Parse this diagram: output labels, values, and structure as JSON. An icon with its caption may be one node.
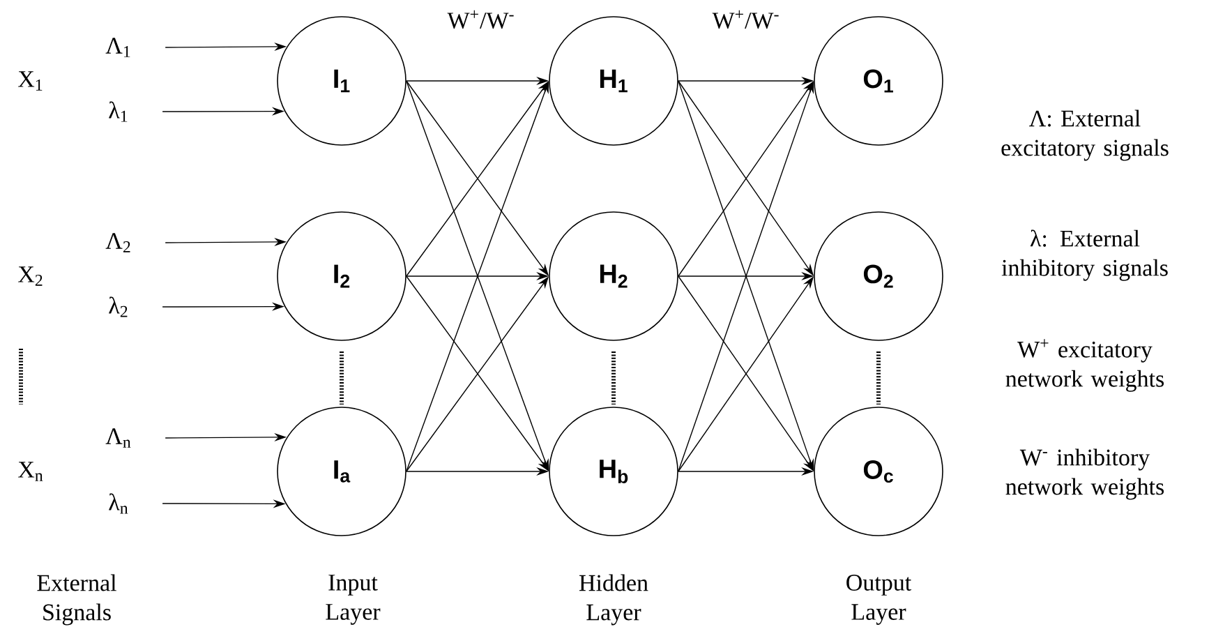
{
  "diagram": {
    "nodes": [
      {
        "text": [
          "I$_{1}$"
        ]
      },
      {
        "text": [
          "I$_{2}$"
        ]
      },
      {
        "text": [
          "I$_{a}$"
        ]
      },
      {
        "text": [
          "H$_{1}$"
        ]
      },
      {
        "text": [
          "H$_{2}$"
        ]
      },
      {
        "text": [
          "H$_{b}$"
        ]
      },
      {
        "text": [
          "O$_{1}$"
        ]
      },
      {
        "text": [
          "O$_{2}$"
        ]
      },
      {
        "text": [
          "O$_{c}$"
        ]
      },
      {
        "text": [
          "Λ$_{1}$"
        ]
      },
      {
        "text": [
          "λ$_{1}$"
        ]
      },
      {
        "text": [
          "Λ$_{2}$"
        ]
      },
      {
        "text": [
          "λ$_{2}$"
        ]
      },
      {
        "text": [
          "Λ$_{n}$"
        ]
      },
      {
        "text": [
          "λ$_{n}$"
        ]
      }
    ],
    "edges": [
      {
        "from": 9,
        "to": 0,
        "arrow": "to"
      },
      {
        "from": 10,
        "to": 0,
        "arrow": "to"
      },
      {
        "from": 11,
        "to": 1,
        "arrow": "to"
      },
      {
        "from": 12,
        "to": 1,
        "arrow": "to"
      },
      {
        "from": 13,
        "to": 2,
        "arrow": "to"
      },
      {
        "from": 14,
        "to": 2,
        "arrow": "to"
      },
      {
        "from": 0,
        "to": 3,
        "arrow": "to"
      },
      {
        "from": 0,
        "to": 4,
        "arrow": "to"
      },
      {
        "from": 0,
        "to": 5,
        "arrow": "to"
      },
      {
        "from": 1,
        "to": 3,
        "arrow": "to"
      },
      {
        "from": 1,
        "to": 4,
        "arrow": "to"
      },
      {
        "from": 1,
        "to": 5,
        "arrow": "to"
      },
      {
        "from": 2,
        "to": 3,
        "arrow": "to"
      },
      {
        "from": 2,
        "to": 4,
        "arrow": "to"
      },
      {
        "from": 2,
        "to": 5,
        "arrow": "to"
      },
      {
        "from": 3,
        "to": 6,
        "arrow": "to"
      },
      {
        "from": 3,
        "to": 7,
        "arrow": "to"
      },
      {
        "from": 3,
        "to": 8,
        "arrow": "to"
      },
      {
        "from": 4,
        "to": 6,
        "arrow": "to"
      },
      {
        "from": 4,
        "to": 7,
        "arrow": "to"
      },
      {
        "from": 4,
        "to": 8,
        "arrow": "to"
      },
      {
        "from": 5,
        "to": 6,
        "arrow": "to"
      },
      {
        "from": 5,
        "to": 7,
        "arrow": "to"
      },
      {
        "from": 5,
        "to": 8,
        "arrow": "to"
      }
    ],
    "labels": [
      "W$^{+}$/W$^{-}$",
      "W$^{+}$/W$^{-}$",
      "X$_{1}$",
      "X$_{2}$",
      "X$_{n}$",
      "Λ: External excitatory signals",
      "λ: External inhibitory signals",
      "W$^{+}$ excitatory network weights",
      "W$^{-}$ inhibitory network weights",
      "External Signals",
      "Input Layer",
      "Hidden Layer",
      "Output Layer"
    ]
  }
}
